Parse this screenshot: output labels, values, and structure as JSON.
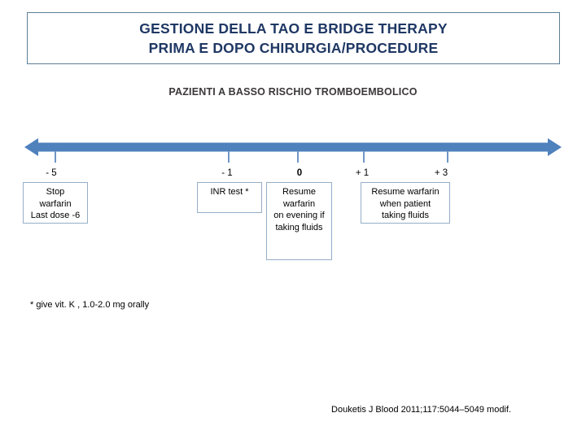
{
  "slide": {
    "title": {
      "line1": "GESTIONE DELLA TAO E BRIDGE THERAPY",
      "line2": "PRIMA E DOPO CHIRURGIA/PROCEDURE"
    },
    "subtitle": "PAZIENTI A BASSO RISCHIO TROMBOEMBOLICO",
    "footnote": "* give vit. K , 1.0-2.0 mg orally",
    "citation": "Douketis J Blood 2011;117:5044–5049  modif."
  },
  "timeline": {
    "labels": {
      "day_minus5": "- 5",
      "day_minus1": "- 1",
      "day_zero": "0",
      "day_plus1": "+ 1",
      "day_plus3": "+ 3"
    },
    "boxes": {
      "stop_warfarin": "Stop\nwarfarin\nLast dose -6",
      "inr_test": "INR test *",
      "resume_day0": "Resume\nwarfarin\non evening if\ntaking fluids",
      "resume_day1_3": "Resume warfarin\nwhen patient\ntaking fluids"
    },
    "tick_days": [
      "-5",
      "-1",
      "0",
      "+1",
      "+3"
    ]
  },
  "colors": {
    "arrow": "#4f81bd",
    "tick": "#7096c6",
    "title_text": "#1f3864",
    "subtitle_text": "#3b3838",
    "title_box_border": "#5b7e96",
    "note_box_border": "#95aec7"
  }
}
